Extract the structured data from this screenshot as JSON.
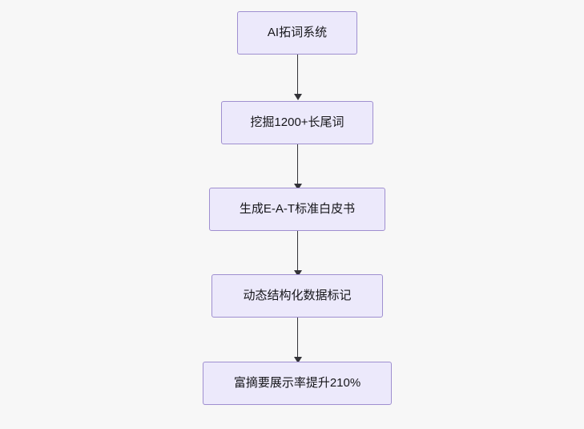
{
  "diagram": {
    "type": "flowchart",
    "direction": "top-to-bottom",
    "background_color": "#f7f7f7",
    "node_fill": "#ece9fb",
    "node_border": "#9f8fd0",
    "edge_color": "#333338",
    "nodes": [
      {
        "id": "n1",
        "label": "AI拓词系统"
      },
      {
        "id": "n2",
        "label": "挖掘1200+长尾词"
      },
      {
        "id": "n3",
        "label": "生成E-A-T标准白皮书"
      },
      {
        "id": "n4",
        "label": "动态结构化数据标记"
      },
      {
        "id": "n5",
        "label": "富摘要展示率提升210%"
      }
    ],
    "edges": [
      {
        "from": "n1",
        "to": "n2"
      },
      {
        "from": "n2",
        "to": "n3"
      },
      {
        "from": "n3",
        "to": "n4"
      },
      {
        "from": "n4",
        "to": "n5"
      }
    ]
  }
}
